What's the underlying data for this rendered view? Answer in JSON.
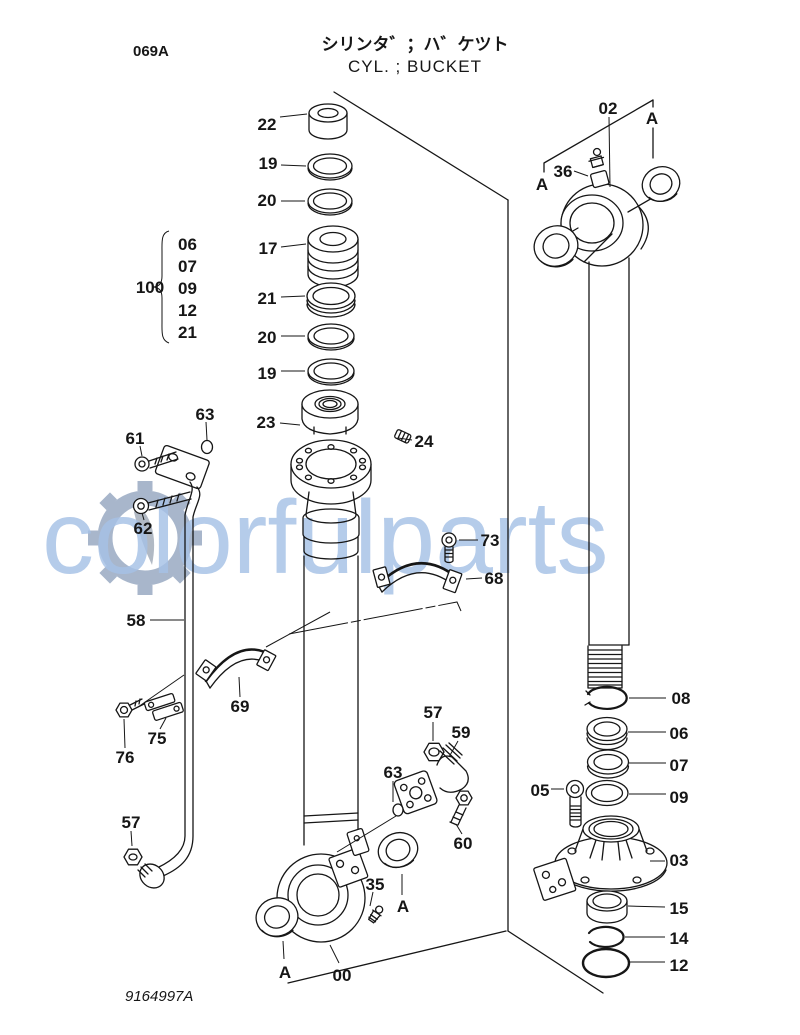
{
  "header": {
    "page_code": "069A",
    "title_ja": "シリンタ゛；ハ゛ケツト",
    "title_en": "CYL. ; BUCKET"
  },
  "footer": {
    "drawing_code": "9164997A"
  },
  "watermark": {
    "text": "colorfulparts",
    "text_color": "#a6c1e6",
    "gear_color": "#93a5bf"
  },
  "colors": {
    "line": "#161616",
    "background": "#ffffff"
  },
  "group_label": {
    "number": "100",
    "items": [
      "06",
      "07",
      "09",
      "12",
      "21"
    ]
  },
  "callouts": [
    {
      "id": "c0",
      "text": "22"
    },
    {
      "id": "c1",
      "text": "19"
    },
    {
      "id": "c2",
      "text": "20"
    },
    {
      "id": "c3",
      "text": "17"
    },
    {
      "id": "c4",
      "text": "21"
    },
    {
      "id": "c5",
      "text": "20"
    },
    {
      "id": "c6",
      "text": "19"
    },
    {
      "id": "c7",
      "text": "23"
    },
    {
      "id": "c8",
      "text": "24"
    },
    {
      "id": "c9",
      "text": "63"
    },
    {
      "id": "c10",
      "text": "61"
    },
    {
      "id": "c11",
      "text": "62"
    },
    {
      "id": "c12",
      "text": "73"
    },
    {
      "id": "c13",
      "text": "68"
    },
    {
      "id": "c14",
      "text": "58"
    },
    {
      "id": "c15",
      "text": "69"
    },
    {
      "id": "c16",
      "text": "75"
    },
    {
      "id": "c17",
      "text": "76"
    },
    {
      "id": "c18",
      "text": "57"
    },
    {
      "id": "c19",
      "text": "59"
    },
    {
      "id": "c20",
      "text": "63"
    },
    {
      "id": "c21",
      "text": "60"
    },
    {
      "id": "c22",
      "text": "57"
    },
    {
      "id": "c23",
      "text": "35"
    },
    {
      "id": "c24",
      "text": "00"
    },
    {
      "id": "c25",
      "text": "A"
    },
    {
      "id": "c26",
      "text": "A"
    },
    {
      "id": "c27",
      "text": "02"
    },
    {
      "id": "c28",
      "text": "36"
    },
    {
      "id": "c29",
      "text": "A"
    },
    {
      "id": "c30",
      "text": "A"
    },
    {
      "id": "c31",
      "text": "08"
    },
    {
      "id": "c32",
      "text": "06"
    },
    {
      "id": "c33",
      "text": "07"
    },
    {
      "id": "c34",
      "text": "09"
    },
    {
      "id": "c35",
      "text": "05"
    },
    {
      "id": "c36",
      "text": "03"
    },
    {
      "id": "c37",
      "text": "15"
    },
    {
      "id": "c38",
      "text": "14"
    },
    {
      "id": "c39",
      "text": "12"
    }
  ]
}
